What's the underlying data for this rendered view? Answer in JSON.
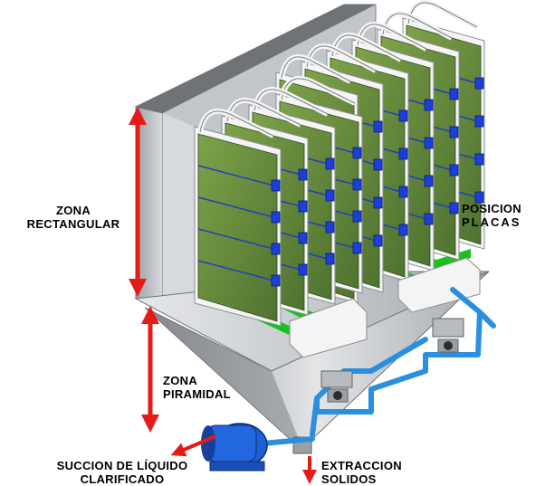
{
  "labels": {
    "zona_rectangular": [
      "ZONA",
      "RECTANGULAR"
    ],
    "zona_piramidal": [
      "ZONA",
      "PIRAMIDAL"
    ],
    "posicion_placas": [
      "POSICION",
      "PLACAS"
    ],
    "succion": [
      "SUCCION DE LÍQUIDO",
      "CLARIFICADO"
    ],
    "extraccion": [
      "EXTRACCION",
      "SOLIDOS"
    ]
  },
  "colors": {
    "arrow": "#e41b17",
    "plate": "#6b8f3a",
    "pipe": "#2b8fe0",
    "tank": "#cfd2d6",
    "belt": "#19c21b",
    "motor": "#1f5fd6"
  },
  "plates": {
    "count": 10
  }
}
